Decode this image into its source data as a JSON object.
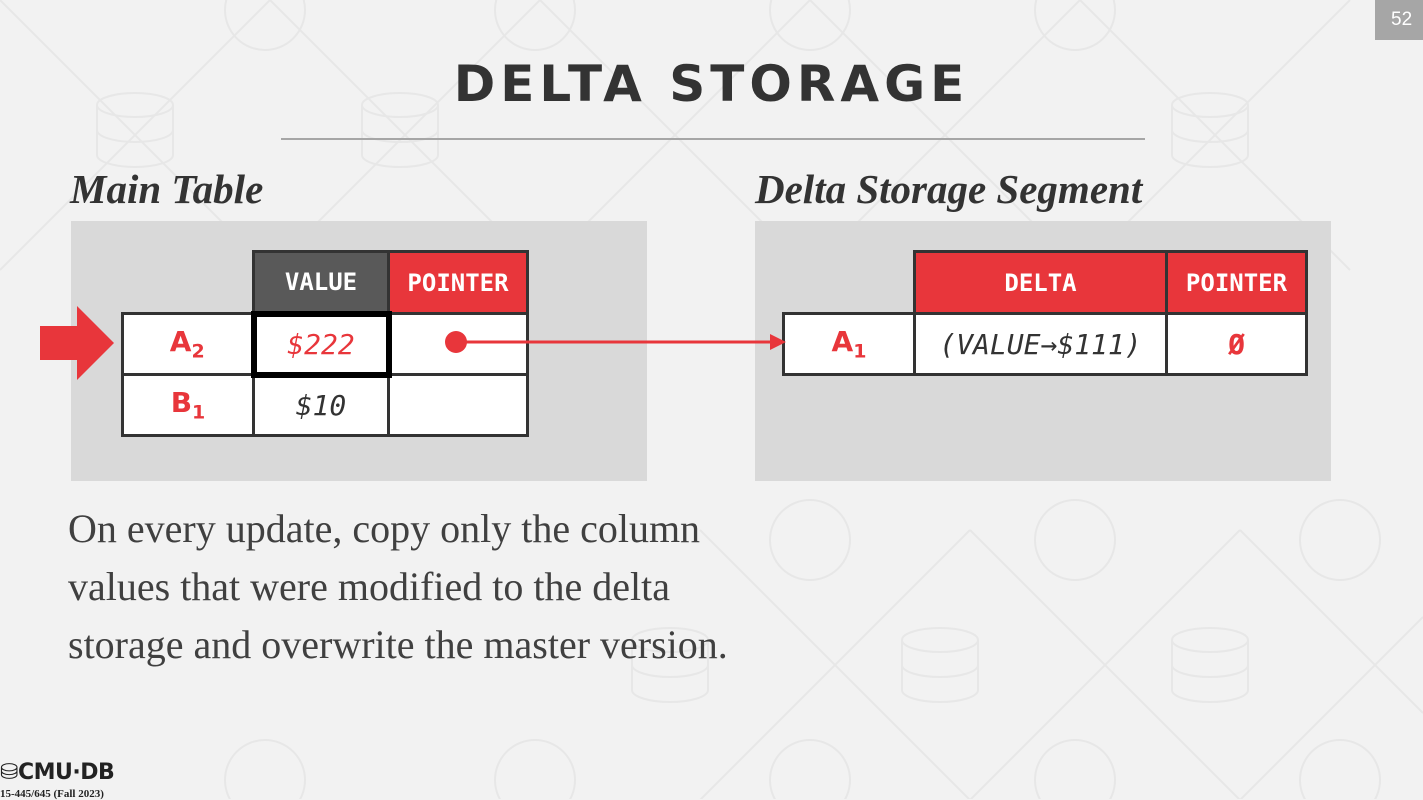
{
  "slide": {
    "number": "52",
    "title": "DELTA STORAGE"
  },
  "main_table": {
    "label": "Main Table",
    "headers": {
      "value": "VALUE",
      "pointer": "POINTER"
    },
    "rows": [
      {
        "label": "A",
        "label_sub": "2",
        "value": "$222"
      },
      {
        "label": "B",
        "label_sub": "1",
        "value": "$10"
      }
    ]
  },
  "delta_segment": {
    "label": "Delta Storage Segment",
    "headers": {
      "delta": "DELTA",
      "pointer": "POINTER"
    },
    "rows": [
      {
        "label": "A",
        "label_sub": "1",
        "delta": "(VALUE→$111)",
        "pointer": "Ø"
      }
    ]
  },
  "body_text": "On every update, copy only the column values that were modified to the delta storage and overwrite the master version.",
  "footer": {
    "logo": "CMU·DB",
    "course": "15-445/645 (Fall 2023)"
  },
  "colors": {
    "accent": "#e8363b",
    "dark_header": "#595959",
    "panel": "#d9d9d9",
    "text": "#333333"
  }
}
